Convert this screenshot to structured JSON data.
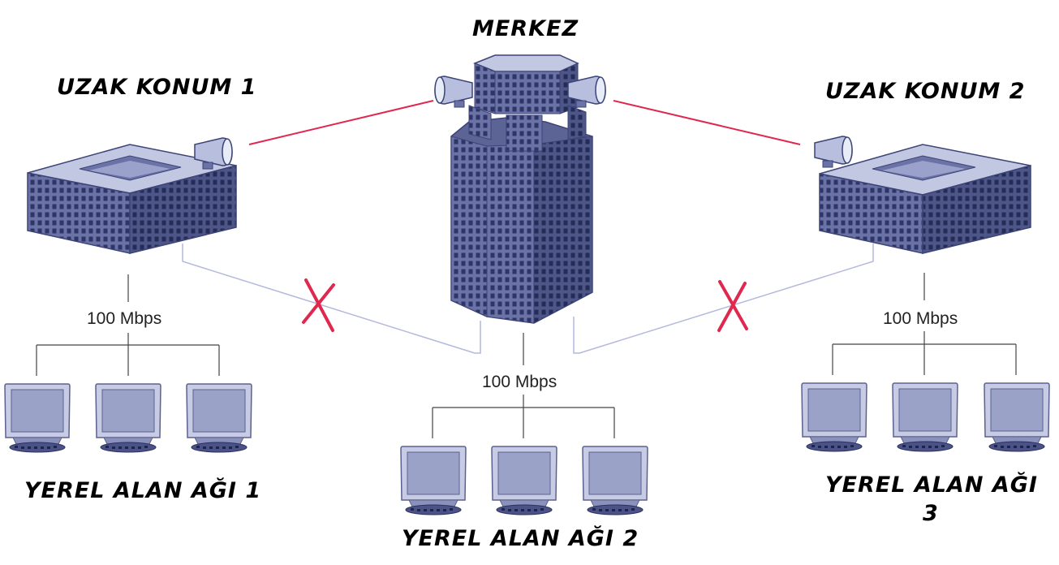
{
  "labels": {
    "center": "MERKEZ",
    "remote1": "UZAK KONUM 1",
    "remote2": "UZAK KONUM 2",
    "lan1": "YEREL ALAN AĞI 1",
    "lan2": "YEREL ALAN AĞI 2",
    "lan3_line1": "YEREL ALAN AĞI",
    "lan3_line2": "3"
  },
  "speeds": {
    "lan1": "100 Mbps",
    "lan2": "100 Mbps",
    "lan3": "100 Mbps"
  },
  "colors": {
    "wireless_link": "#e0284f",
    "wired_link": "#b4b8dc",
    "broken_mark": "#e0284f",
    "building": "#5c6496",
    "building_window": "#3a4378",
    "monitor": "#a7aed0"
  },
  "links": [
    {
      "from": "UZAK KONUM 1",
      "to": "MERKEZ",
      "type": "wireless",
      "status": "active"
    },
    {
      "from": "UZAK KONUM 2",
      "to": "MERKEZ",
      "type": "wireless",
      "status": "active"
    },
    {
      "from": "UZAK KONUM 1",
      "to": "MERKEZ",
      "type": "wired",
      "status": "broken"
    },
    {
      "from": "UZAK KONUM 2",
      "to": "MERKEZ",
      "type": "wired",
      "status": "broken"
    }
  ]
}
